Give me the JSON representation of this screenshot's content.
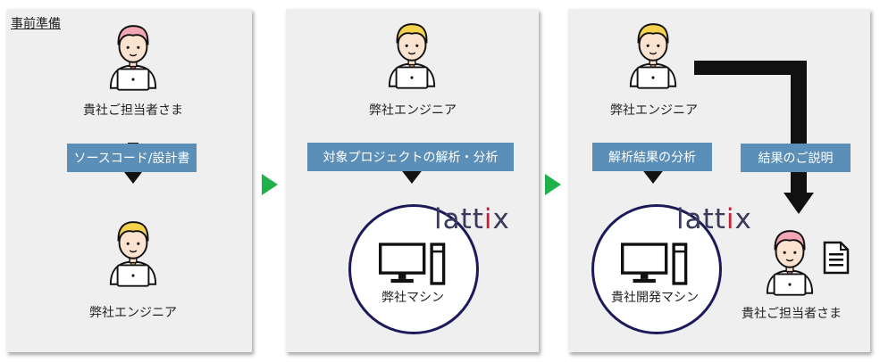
{
  "colors": {
    "panel_bg": "#efefef",
    "chip_bg": "#5c8fb7",
    "arrow": "#111111",
    "next_arrow": "#1fb24b",
    "circle_border": "#1d1a5a",
    "logo_dot": "#c5223a"
  },
  "panel1": {
    "heading": "事前準備",
    "top_person_label": "貴社ご担当者さま",
    "chip": "ソースコード/設計書",
    "bottom_person_label": "弊社エンジニア"
  },
  "panel2": {
    "person_label": "弊社エンジニア",
    "chip": "対象プロジェクトの解析・分析",
    "logo_main": "latt",
    "logo_dot": "i",
    "logo_tail": "x",
    "machine_label": "弊社マシン"
  },
  "panel3": {
    "person_label": "弊社エンジニア",
    "chip_left": "解析結果の分析",
    "chip_right": "結果のご説明",
    "logo_main": "latt",
    "logo_dot": "i",
    "logo_tail": "x",
    "machine_label": "貴社開発マシン",
    "client_label": "貴社ご担当者さま"
  },
  "icons": {
    "person_pink": "person-pink-hair-laptop-icon",
    "person_yellow": "person-yellow-hair-laptop-icon",
    "computer": "desktop-computer-icon",
    "document": "document-icon",
    "next": "green-triangle-arrow-icon"
  }
}
